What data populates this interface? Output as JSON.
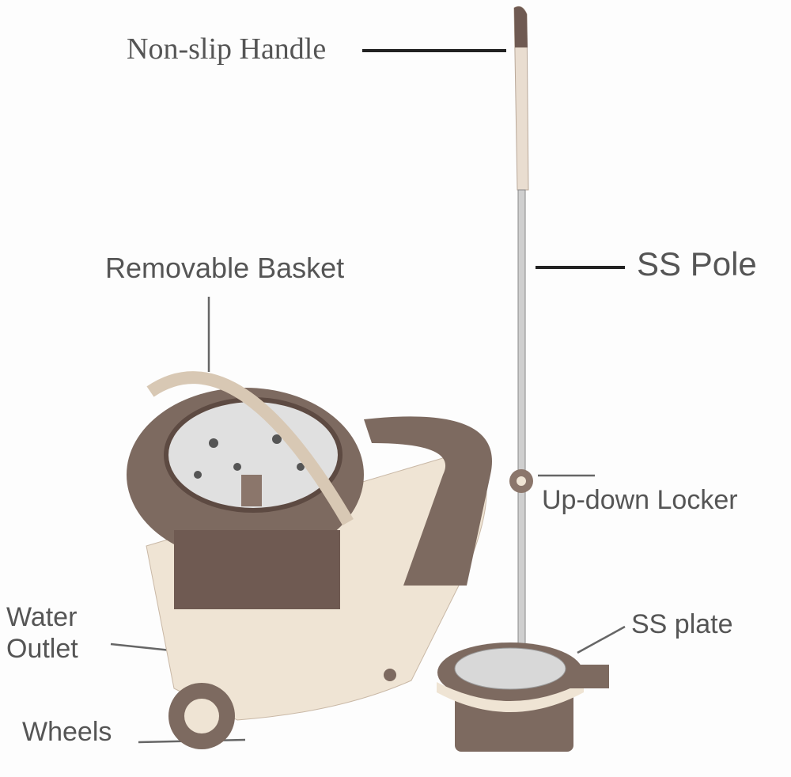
{
  "labels": {
    "handle": "Non-slip Handle",
    "pole": "SS Pole",
    "basket": "Removable Basket",
    "locker": "Up-down Locker",
    "outlet_line1": "Water",
    "outlet_line2": "Outlet",
    "plate": "SS plate",
    "wheels": "Wheels"
  },
  "colors": {
    "brown": "#7d6a60",
    "beige": "#efe4d4",
    "label": "#555555"
  }
}
